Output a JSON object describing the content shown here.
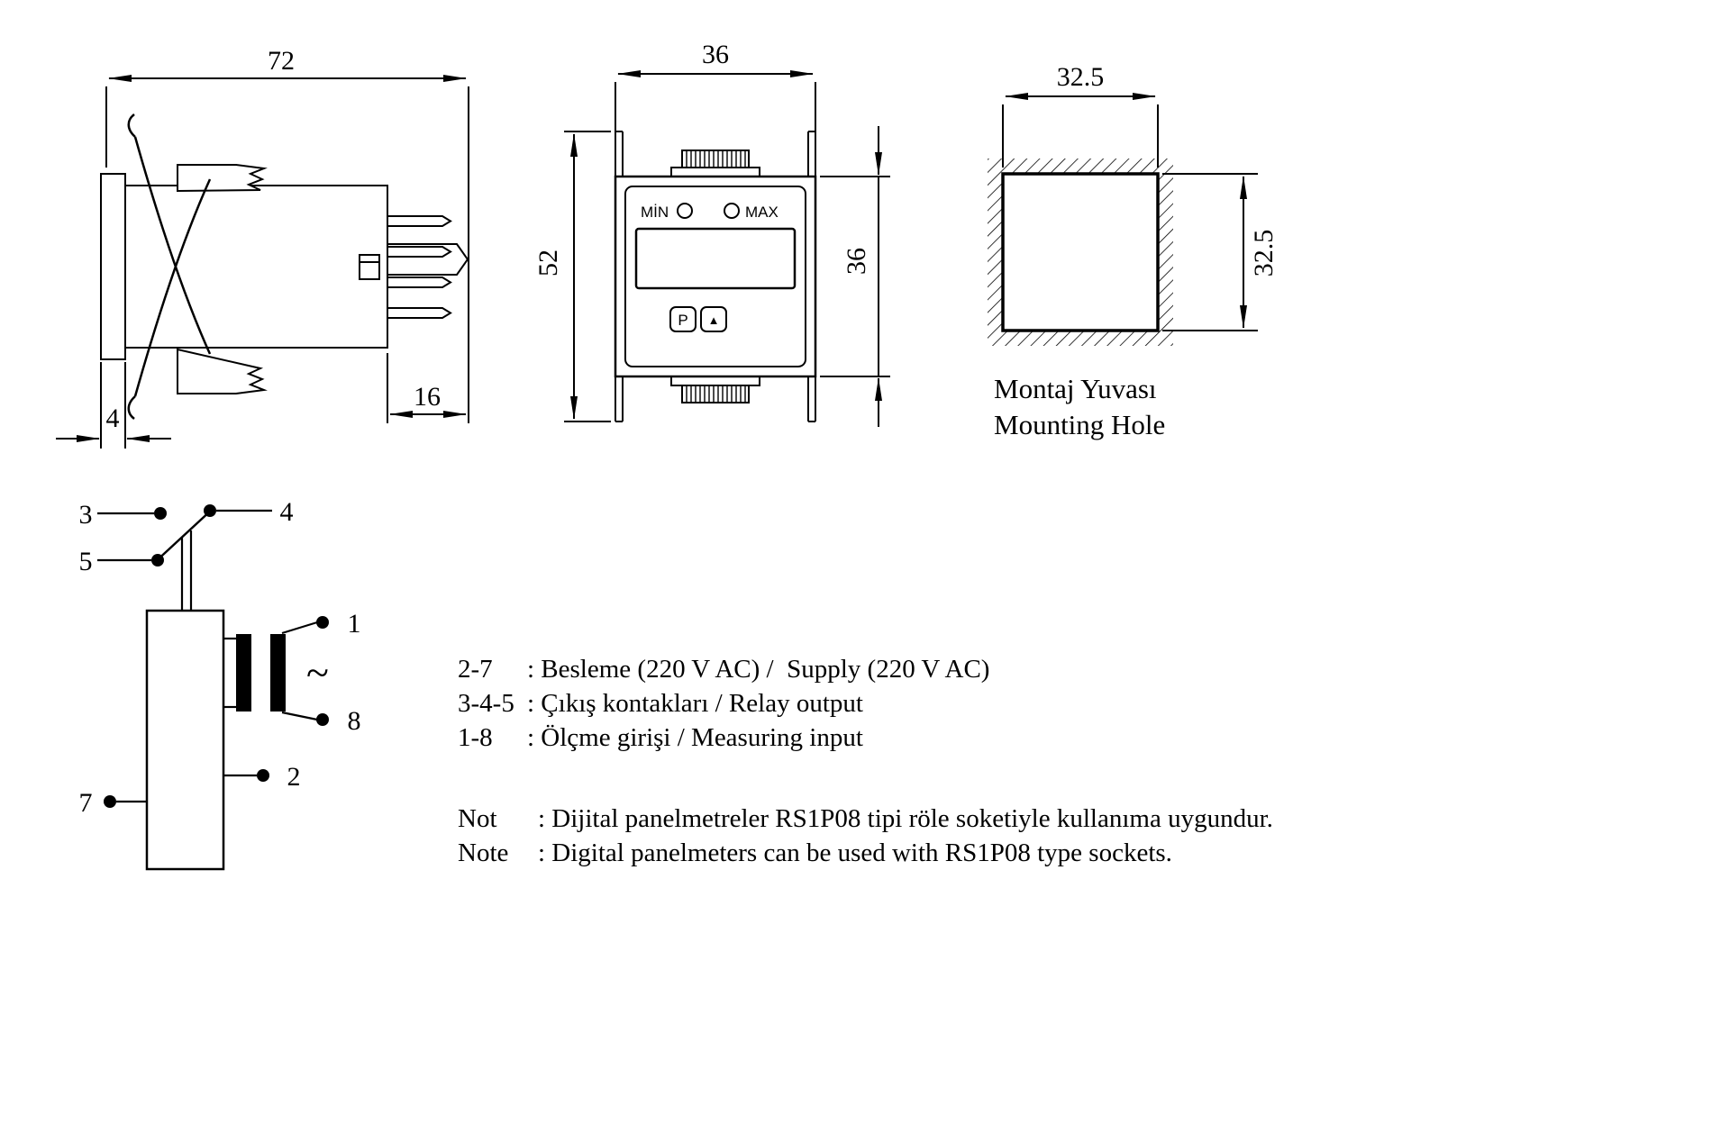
{
  "colors": {
    "ink": "#000000",
    "background": "#ffffff"
  },
  "side_view": {
    "dim_width": "72",
    "dim_pin_length": "16",
    "dim_flange": "4"
  },
  "front_view": {
    "dim_width": "36",
    "dim_height_total": "52",
    "dim_height_body": "36",
    "label_min": "MİN",
    "label_max": "MAX",
    "button_p": "P",
    "button_up": "▲"
  },
  "mounting_hole": {
    "dim_width": "32.5",
    "dim_height": "32.5",
    "caption_tr": "Montaj Yuvası",
    "caption_en": "Mounting Hole"
  },
  "schematic": {
    "pin_3": "3",
    "pin_4": "4",
    "pin_5": "5",
    "pin_1": "1",
    "pin_8": "8",
    "pin_2": "2",
    "pin_7": "7",
    "ac_symbol": "~"
  },
  "legend": {
    "items": [
      {
        "key": "2-7",
        "desc": ": Besleme (220 V AC) /  Supply (220 V AC)"
      },
      {
        "key": "3-4-5",
        "desc": ": Çıkış kontakları / Relay output"
      },
      {
        "key": "1-8",
        "desc": ": Ölçme girişi / Measuring input"
      }
    ]
  },
  "notes": {
    "items": [
      {
        "key": "Not",
        "desc": ": Dijital panelmetreler RS1P08 tipi röle soketiyle kullanıma uygundur."
      },
      {
        "key": "Note",
        "desc": ": Digital panelmeters can be used with RS1P08 type sockets."
      }
    ]
  }
}
